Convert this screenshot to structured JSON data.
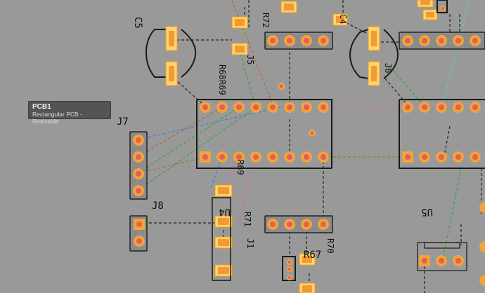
{
  "tooltip": {
    "title": "PCB1",
    "subtitle": "Rectangular PCB - Resizable"
  },
  "labels": {
    "c5": "C5",
    "j7": "J7",
    "j8": "J8",
    "u4": "U4",
    "u5": "U5",
    "r67": "R67",
    "r68": "R68",
    "r69": "R69",
    "r70": "R70",
    "r71": "R71",
    "r72": "R72",
    "j5": "J5",
    "j6": "J6",
    "j1": "J1",
    "c4": "C4"
  },
  "colors": {
    "background": "#999999",
    "pad": "#f2a33a",
    "hole": "#e0605a",
    "wire_blue": "#3b7bd8",
    "wire_pink": "#d860c8",
    "wire_green": "#2fa83a",
    "wire_brown": "#b0683a",
    "wire_cyan": "#4fd2c8",
    "wire_olive": "#7a8a20"
  }
}
